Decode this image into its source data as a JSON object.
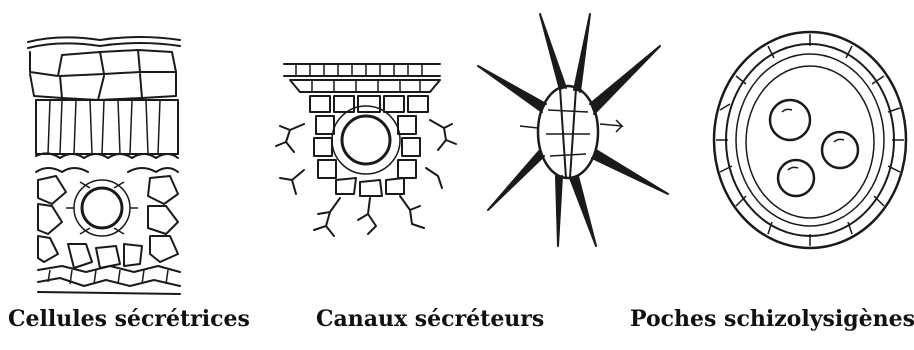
{
  "figure": {
    "panels": [
      {
        "caption": "Cellules sécrétrices",
        "drawing": "secretory-cells-drawing"
      },
      {
        "caption": "Canaux sécréteurs",
        "drawing": "secretory-canals-drawing"
      },
      {
        "caption": "",
        "drawing": "secretory-hair-drawing"
      },
      {
        "caption": "Poches schizolysigènes",
        "drawing": "schizolysigenous-pocket-drawing"
      }
    ]
  }
}
